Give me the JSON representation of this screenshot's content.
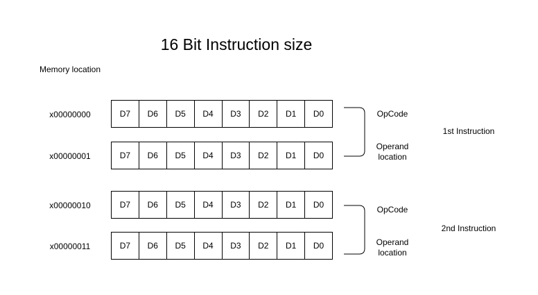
{
  "title": "16 Bit Instruction size",
  "memory_header": "Memory location",
  "rows": [
    {
      "address": "x00000000",
      "bits": [
        "D7",
        "D6",
        "D5",
        "D4",
        "D3",
        "D2",
        "D1",
        "D0"
      ]
    },
    {
      "address": "x00000001",
      "bits": [
        "D7",
        "D6",
        "D5",
        "D4",
        "D3",
        "D2",
        "D1",
        "D0"
      ]
    },
    {
      "address": "x00000010",
      "bits": [
        "D7",
        "D6",
        "D5",
        "D4",
        "D3",
        "D2",
        "D1",
        "D0"
      ]
    },
    {
      "address": "x00000011",
      "bits": [
        "D7",
        "D6",
        "D5",
        "D4",
        "D3",
        "D2",
        "D1",
        "D0"
      ]
    }
  ],
  "instructions": [
    {
      "label": "1st Instruction",
      "opcode_label": "OpCode",
      "operand_label_line1": "Operand",
      "operand_label_line2": "location"
    },
    {
      "label": "2nd Instruction",
      "opcode_label": "OpCode",
      "operand_label_line1": "Operand",
      "operand_label_line2": "location"
    }
  ]
}
